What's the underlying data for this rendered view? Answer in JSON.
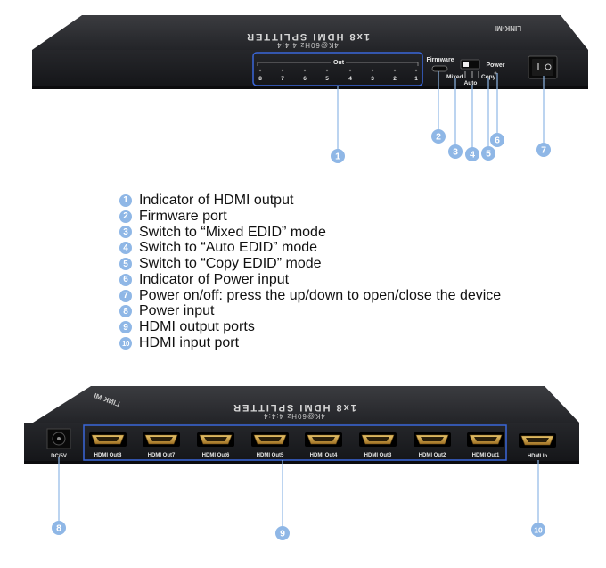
{
  "colors": {
    "callout": "#8fb7e6",
    "device_body": "#1d1e21",
    "device_top": "#2c2d31",
    "highlight_box": "#3a66d9",
    "hdmi_gold": "#c89a3a",
    "label_white": "#e8e8e8"
  },
  "front_panel": {
    "brand": "LINK-MI",
    "model_title": "1x8 HDMI SPLITTER",
    "model_subtitle": "4K@60Hz 4:4:4",
    "out_group_label": "Out",
    "led_numbers": [
      "8",
      "7",
      "6",
      "5",
      "4",
      "3",
      "2",
      "1"
    ],
    "firmware_label": "Firmware",
    "mixed_label": "Mixed",
    "auto_label": "Auto",
    "copy_label": "Copy",
    "power_label": "Power"
  },
  "back_panel": {
    "brand": "LINK-MI",
    "model_title": "1x8 HDMI SPLITTER",
    "model_subtitle": "4K@60Hz 4:4:4",
    "dc_label": "DC/5V",
    "output_ports": [
      "HDMI Out8",
      "HDMI Out7",
      "HDMI Out6",
      "HDMI Out5",
      "HDMI Out4",
      "HDMI Out3",
      "HDMI Out2",
      "HDMI Out1"
    ],
    "input_port": "HDMI In"
  },
  "callouts": [
    "1",
    "2",
    "3",
    "4",
    "5",
    "6",
    "7",
    "8",
    "9",
    "10"
  ],
  "legend": [
    {
      "num": "1",
      "text": "Indicator of HDMI output"
    },
    {
      "num": "2",
      "text": "Firmware port"
    },
    {
      "num": "3",
      "text": "Switch to “Mixed EDID” mode"
    },
    {
      "num": "4",
      "text": "Switch to “Auto EDID” mode"
    },
    {
      "num": "5",
      "text": "Switch to “Copy EDID” mode"
    },
    {
      "num": "6",
      "text": "Indicator of Power input"
    },
    {
      "num": "7",
      "text": "Power on/off: press the up/down to open/close the device"
    },
    {
      "num": "8",
      "text": "Power input"
    },
    {
      "num": "9",
      "text": "HDMI output ports"
    },
    {
      "num": "10",
      "text": "HDMI input port"
    }
  ]
}
